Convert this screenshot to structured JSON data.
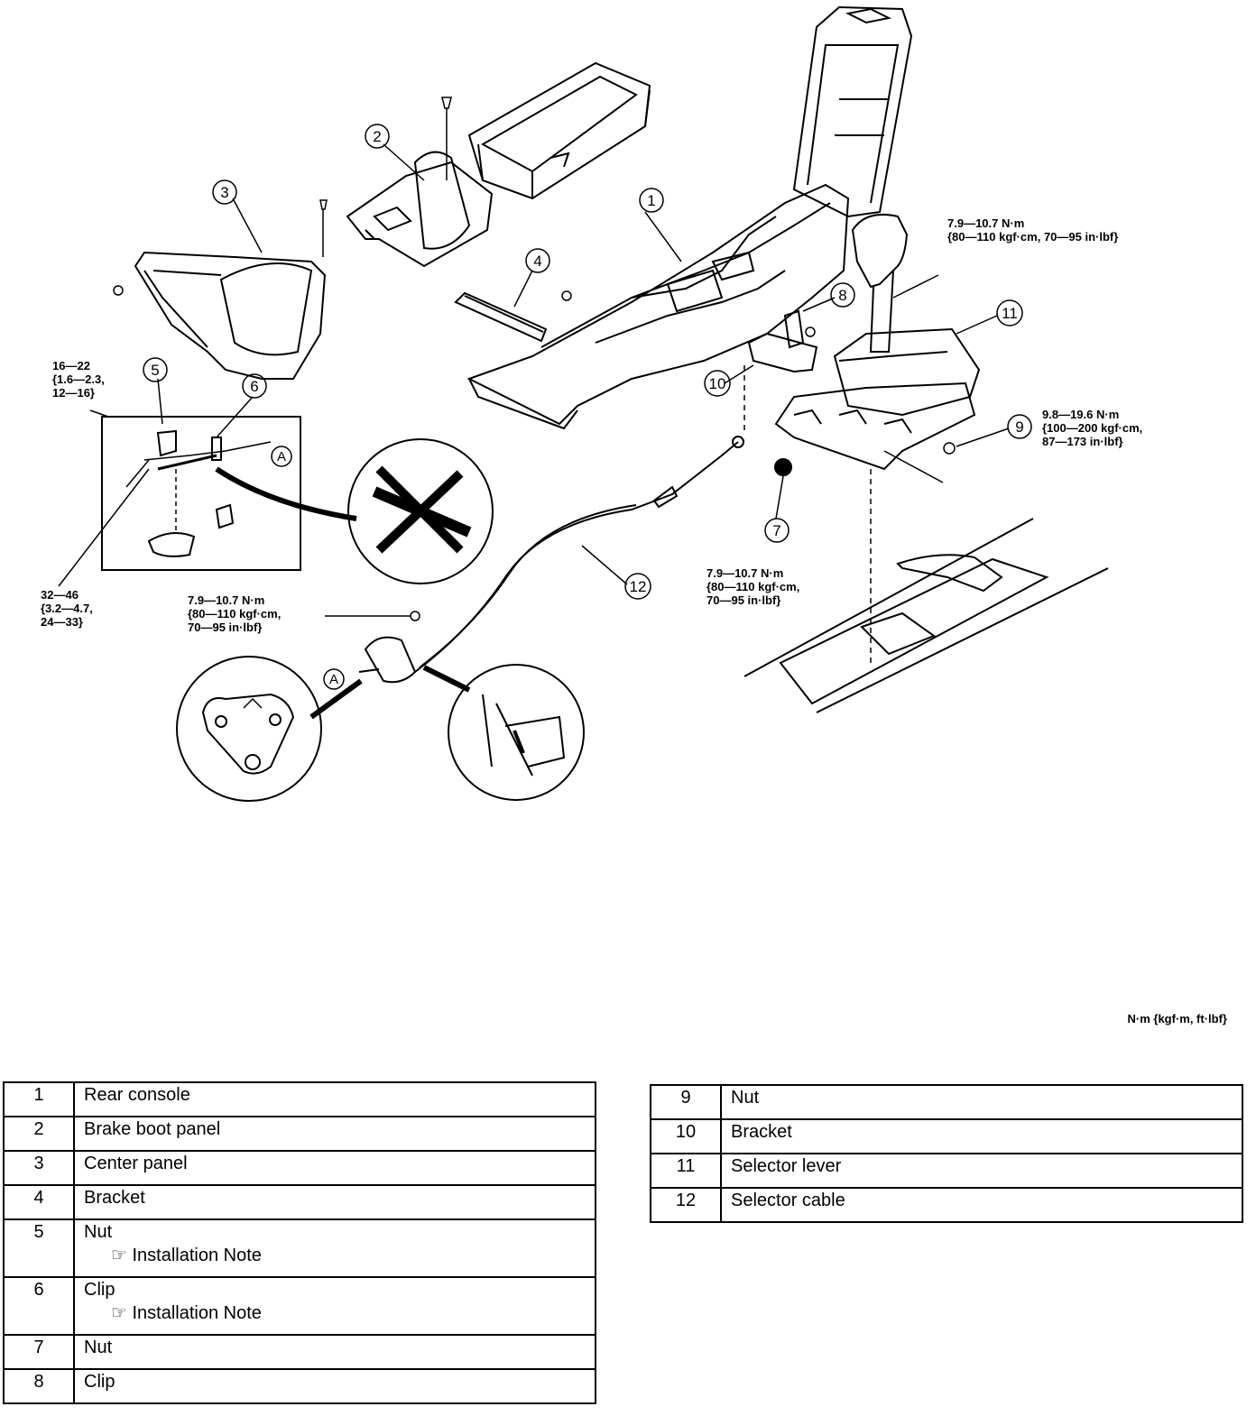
{
  "callouts": [
    "1",
    "2",
    "3",
    "4",
    "5",
    "6",
    "7",
    "8",
    "9",
    "10",
    "11",
    "12"
  ],
  "letter_a": "A",
  "torque_specs": {
    "shift_knob": "7.9—10.7 N·m\n{80—110 kgf·cm, 70—95 in·lbf}",
    "selector_nut": "9.8—19.6 N·m\n{100—200 kgf·cm,\n87—173 in·lbf}",
    "bracket_nut": "7.9—10.7 N·m\n{80—110 kgf·cm,\n70—95 in·lbf}",
    "cable_bolt": "7.9—10.7 N·m\n{80—110 kgf·cm,\n70—95 in·lbf}",
    "nut_5": "16—22\n{1.6—2.3,\n12—16}",
    "nut_32": "32—46\n{3.2—4.7,\n24—33}"
  },
  "units": "N·m {kgf·m, ft·lbf}",
  "legend_left": [
    {
      "num": "1",
      "name": "Rear console"
    },
    {
      "num": "2",
      "name": "Brake boot panel"
    },
    {
      "num": "3",
      "name": "Center panel"
    },
    {
      "num": "4",
      "name": "Bracket"
    },
    {
      "num": "5",
      "name": "Nut",
      "note": "Installation Note"
    },
    {
      "num": "6",
      "name": "Clip",
      "note": "Installation Note"
    },
    {
      "num": "7",
      "name": "Nut"
    },
    {
      "num": "8",
      "name": "Clip"
    }
  ],
  "legend_right": [
    {
      "num": "9",
      "name": "Nut"
    },
    {
      "num": "10",
      "name": "Bracket"
    },
    {
      "num": "11",
      "name": "Selector lever"
    },
    {
      "num": "12",
      "name": "Selector cable"
    }
  ],
  "note_icon": "pointing-hand-icon"
}
